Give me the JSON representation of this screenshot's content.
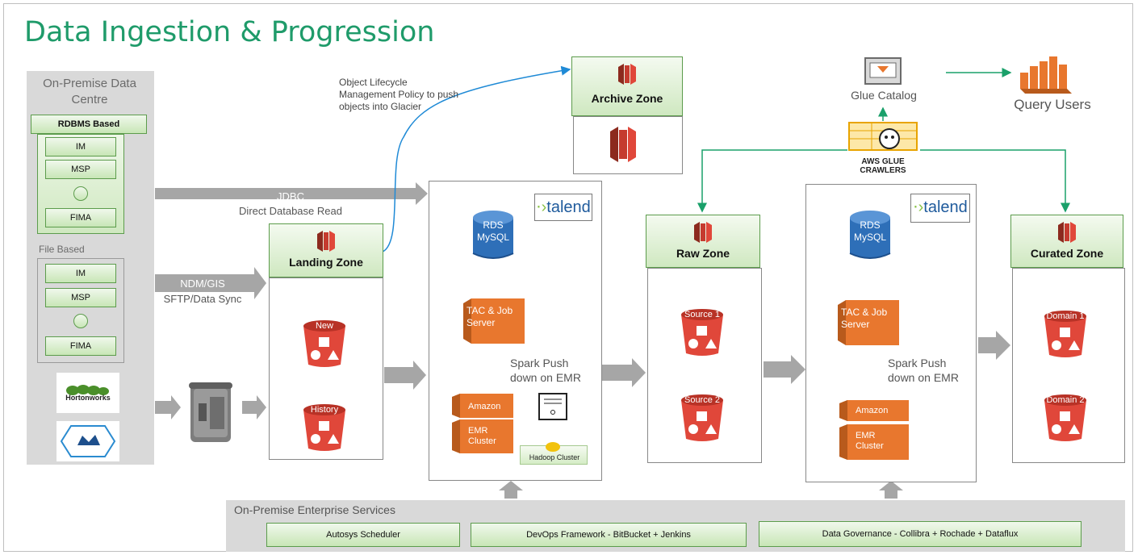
{
  "title": "Data Ingestion & Progression",
  "onprem": {
    "title": "On-Premise Data Centre",
    "rdbms_label": "RDBMS Based",
    "rdbms_items": [
      "IM",
      "MSP",
      "FIMA"
    ],
    "file_label": "File Based",
    "file_items": [
      "IM",
      "MSP",
      "FIMA"
    ],
    "hortonworks": "Hortonworks"
  },
  "flows": {
    "jdbc": "JDBC",
    "jdbc_sub": "Direct Database Read",
    "ndm": "NDM/GIS",
    "ndm_sub": "SFTP/Data Sync",
    "lifecycle": "Object Lifecycle Management Policy to push objects into Glacier"
  },
  "zones": {
    "archive": "Archive Zone",
    "landing": "Landing Zone",
    "raw": "Raw Zone",
    "curated": "Curated Zone"
  },
  "landing_buckets": [
    "New",
    "History"
  ],
  "raw_buckets": [
    "Source 1",
    "Source 2"
  ],
  "curated_buckets": [
    "Domain 1",
    "Domain 2"
  ],
  "processing": {
    "talend": "talend",
    "rds": "RDS MySQL",
    "tac": "TAC & Job Server",
    "spark": "Spark Push down on EMR",
    "amazon": "Amazon",
    "emr": "EMR Cluster",
    "hadoop": "Hadoop Cluster"
  },
  "glue": {
    "catalog": "Glue Catalog",
    "crawlers": "AWS GLUE CRAWLERS",
    "query": "Query Users"
  },
  "services": {
    "title": "On-Premise Enterprise Services",
    "items": [
      "Autosys Scheduler",
      "DevOps Framework - BitBucket + Jenkins",
      "Data Governance - Collibra + Rochade + Dataflux"
    ]
  },
  "colors": {
    "title_green": "#1f9b6a",
    "aws_orange": "#e8772e",
    "s3_red": "#e0473a",
    "rds_blue": "#2e6fb8",
    "arrow_grey": "#a6a6a6",
    "line_green": "#1aa06a",
    "line_blue": "#1f8ad6"
  }
}
